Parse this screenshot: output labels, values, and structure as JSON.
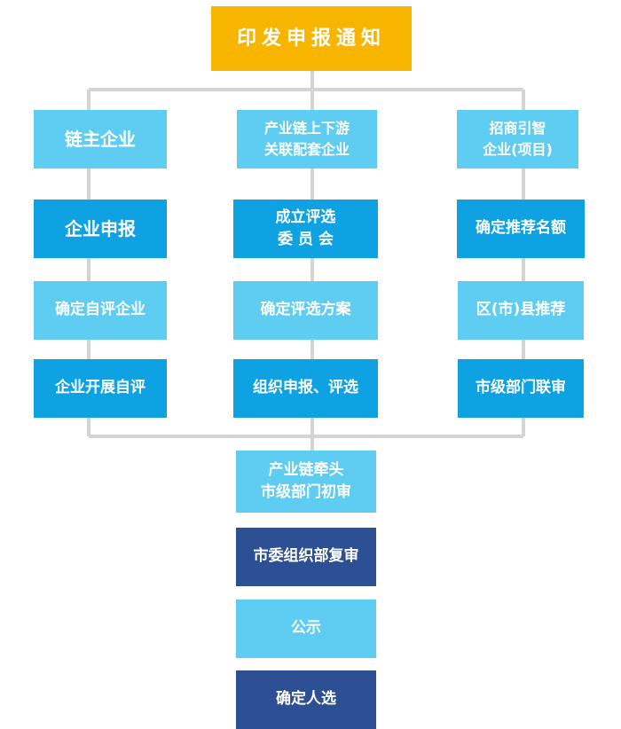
{
  "diagram": {
    "title": "印发申报通知",
    "left_column": [
      "链主企业",
      "企业申报",
      "确定自评企业",
      "企业开展自评"
    ],
    "middle_column": [
      "产业链上下游\n关联配套企业",
      "成立评选\n委 员 会",
      "确定评选方案",
      "组织申报、评选"
    ],
    "right_column": [
      "招商引智\n企业(项目)",
      "确定推荐名额",
      "区(市)县推荐",
      "市级部门联审"
    ],
    "bottom_chain": [
      "产业链牵头\n市级部门初审",
      "市委组织部复审",
      "公示",
      "确定人选"
    ],
    "colors": {
      "gold": "#f7b500",
      "light_blue": "#5fcdf2",
      "mid_blue": "#0ea2e3",
      "dark_blue": "#2d4f93",
      "connector": "#d4d4d4"
    }
  }
}
